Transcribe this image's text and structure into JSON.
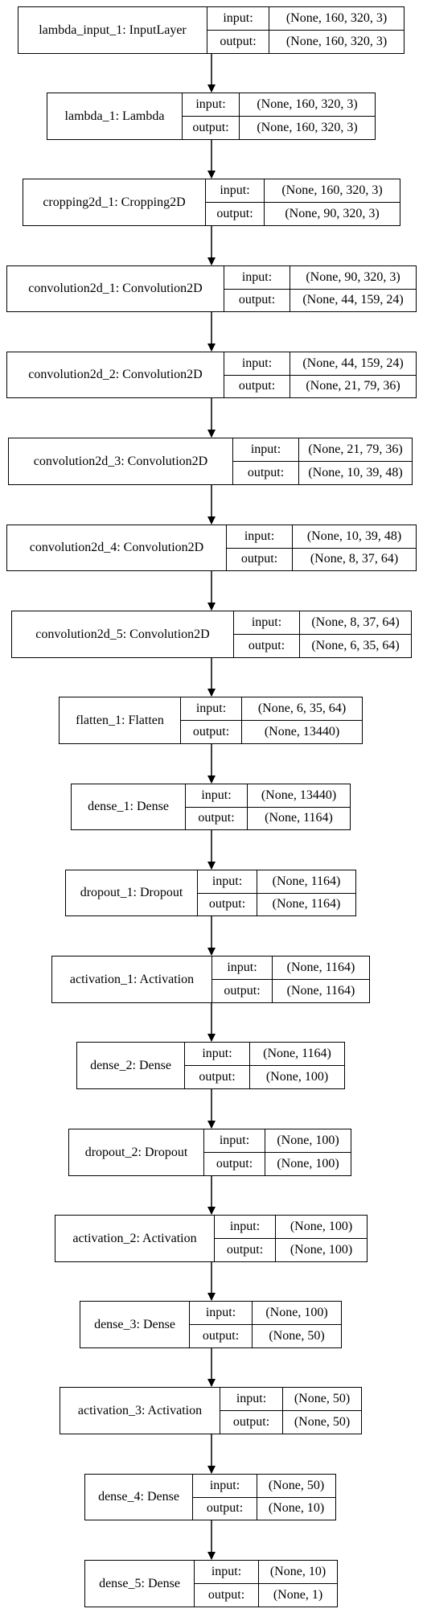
{
  "layers": [
    {
      "name": "lambda_input_1: InputLayer",
      "input": "(None, 160, 320, 3)",
      "output": "(None, 160, 320, 3)"
    },
    {
      "name": "lambda_1: Lambda",
      "input": "(None, 160, 320, 3)",
      "output": "(None, 160, 320, 3)"
    },
    {
      "name": "cropping2d_1: Cropping2D",
      "input": "(None, 160, 320, 3)",
      "output": "(None, 90, 320, 3)"
    },
    {
      "name": "convolution2d_1: Convolution2D",
      "input": "(None, 90, 320, 3)",
      "output": "(None, 44, 159, 24)"
    },
    {
      "name": "convolution2d_2: Convolution2D",
      "input": "(None, 44, 159, 24)",
      "output": "(None, 21, 79, 36)"
    },
    {
      "name": "convolution2d_3: Convolution2D",
      "input": "(None, 21, 79, 36)",
      "output": "(None, 10, 39, 48)"
    },
    {
      "name": "convolution2d_4: Convolution2D",
      "input": "(None, 10, 39, 48)",
      "output": "(None, 8, 37, 64)"
    },
    {
      "name": "convolution2d_5: Convolution2D",
      "input": "(None, 8, 37, 64)",
      "output": "(None, 6, 35, 64)"
    },
    {
      "name": "flatten_1: Flatten",
      "input": "(None, 6, 35, 64)",
      "output": "(None, 13440)"
    },
    {
      "name": "dense_1: Dense",
      "input": "(None, 13440)",
      "output": "(None, 1164)"
    },
    {
      "name": "dropout_1: Dropout",
      "input": "(None, 1164)",
      "output": "(None, 1164)"
    },
    {
      "name": "activation_1: Activation",
      "input": "(None, 1164)",
      "output": "(None, 1164)"
    },
    {
      "name": "dense_2: Dense",
      "input": "(None, 1164)",
      "output": "(None, 100)"
    },
    {
      "name": "dropout_2: Dropout",
      "input": "(None, 100)",
      "output": "(None, 100)"
    },
    {
      "name": "activation_2: Activation",
      "input": "(None, 100)",
      "output": "(None, 100)"
    },
    {
      "name": "dense_3: Dense",
      "input": "(None, 100)",
      "output": "(None, 50)"
    },
    {
      "name": "activation_3: Activation",
      "input": "(None, 50)",
      "output": "(None, 50)"
    },
    {
      "name": "dense_4: Dense",
      "input": "(None, 50)",
      "output": "(None, 10)"
    },
    {
      "name": "dense_5: Dense",
      "input": "(None, 10)",
      "output": "(None, 1)"
    }
  ],
  "labels": {
    "input": "input:",
    "output": "output:"
  }
}
